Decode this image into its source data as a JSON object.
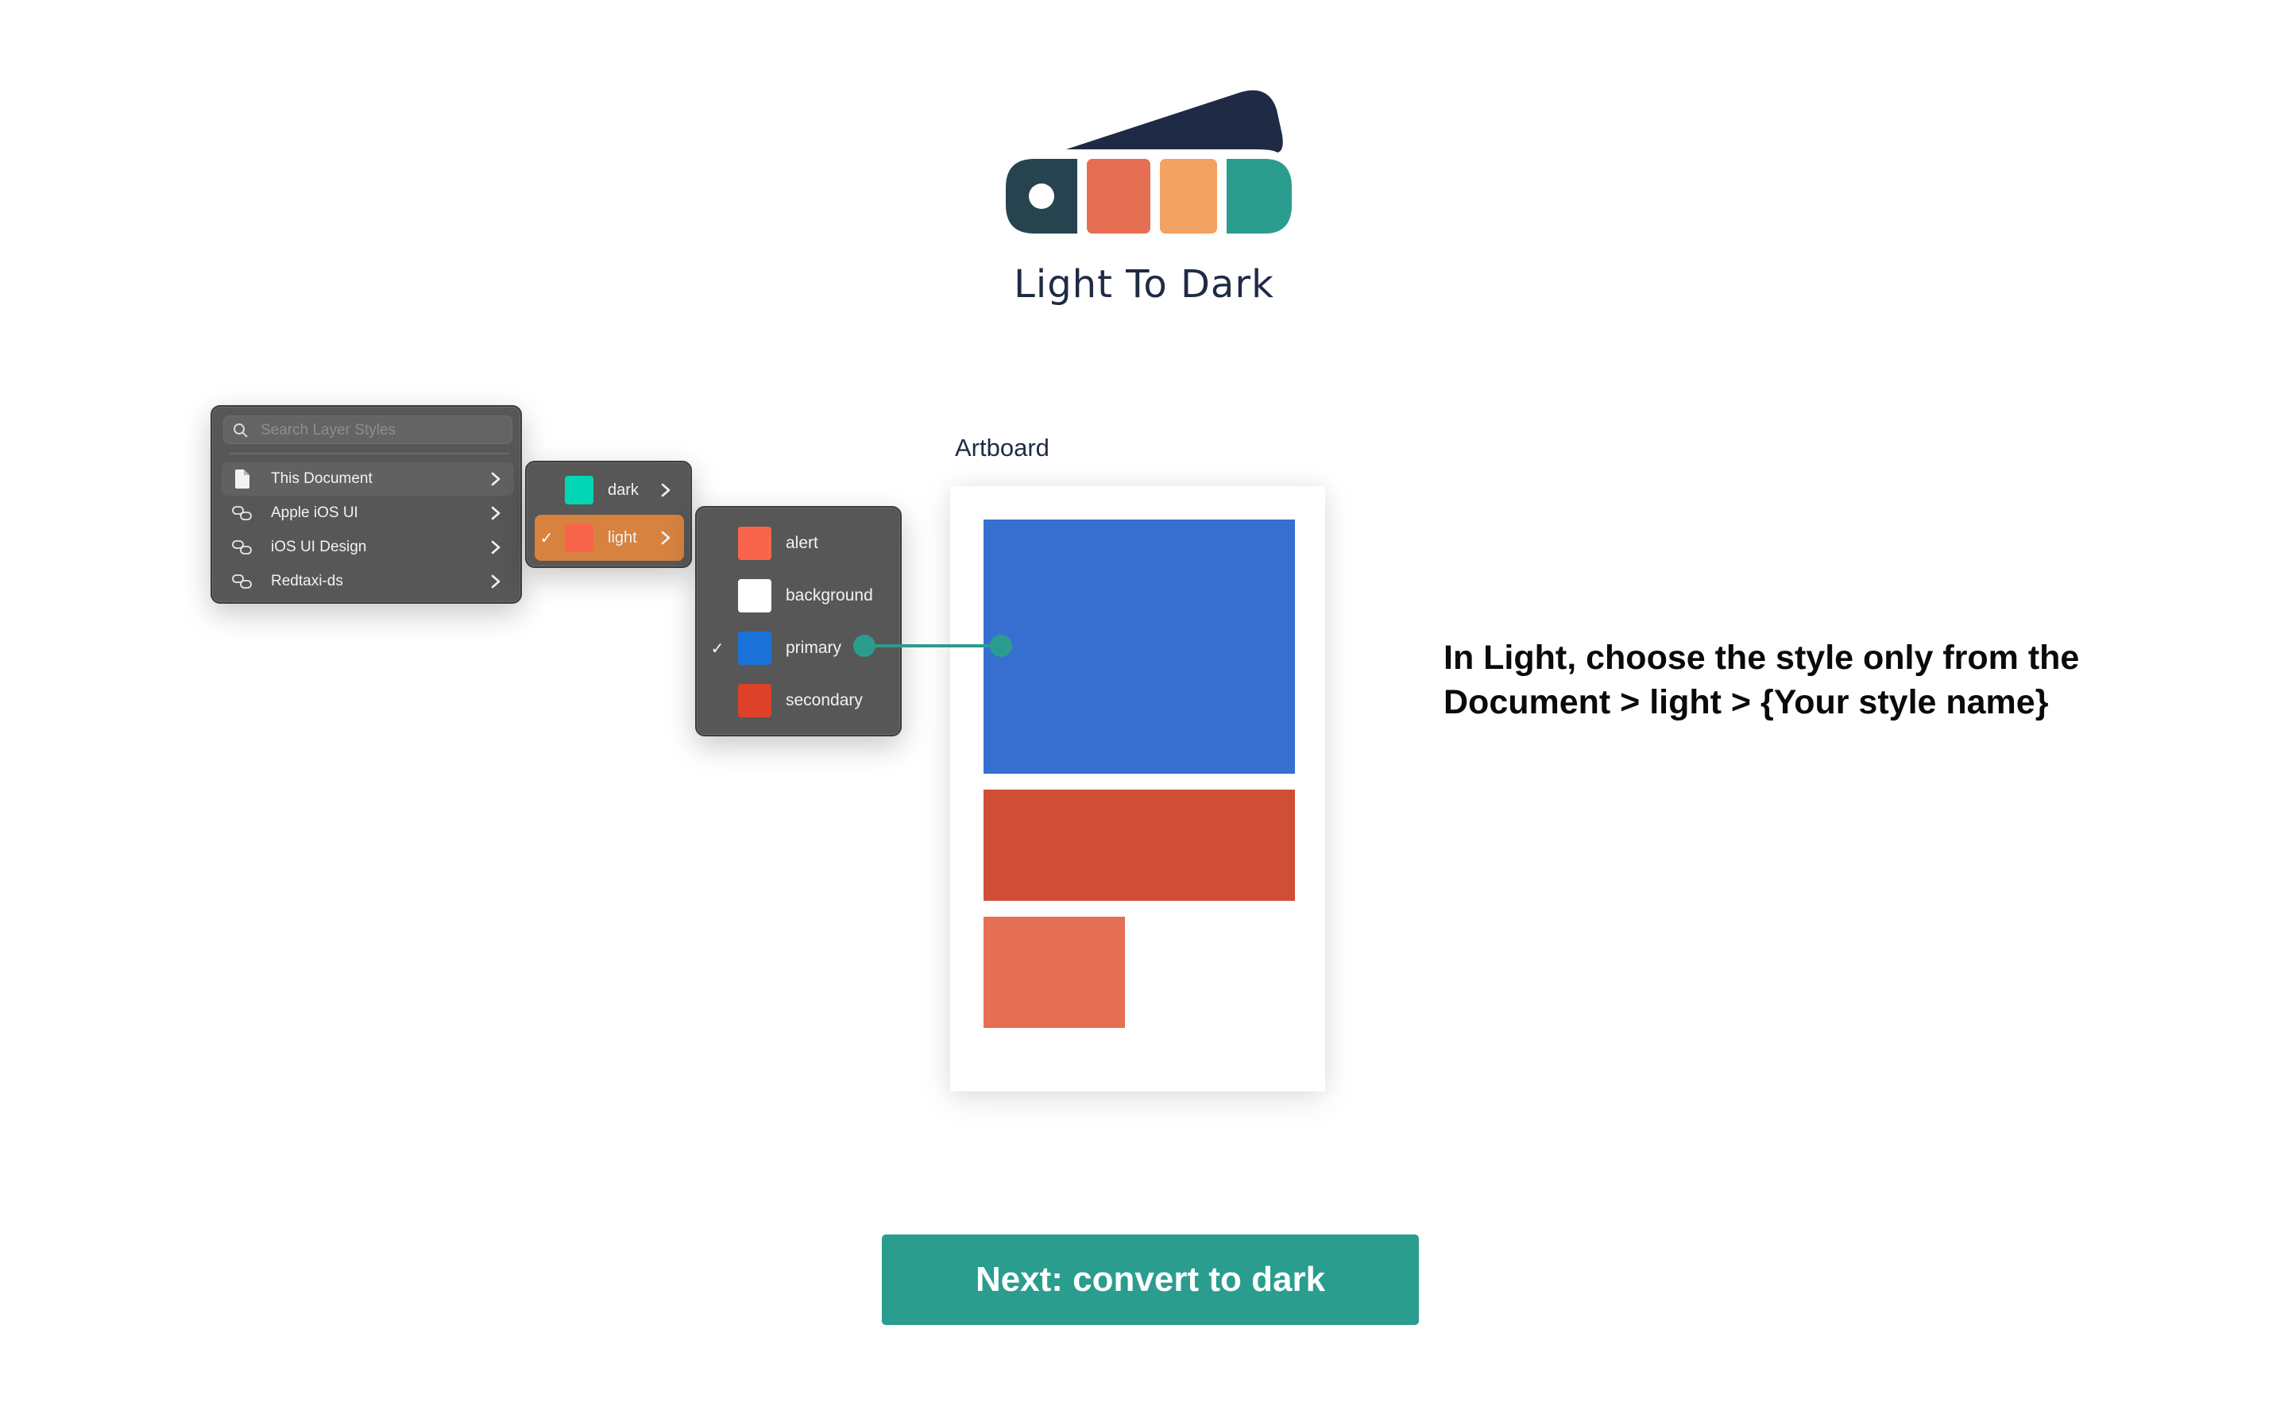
{
  "app": {
    "title": "Light To Dark",
    "logo_colors": [
      "#25444f",
      "#e66f53",
      "#f2a262",
      "#2a9d8f",
      "#1f2b45"
    ]
  },
  "menu_main": {
    "search_placeholder": "Search Layer Styles",
    "search_value": "",
    "items": [
      {
        "label": "This Document",
        "icon": "document-icon",
        "hover": true
      },
      {
        "label": "Apple iOS UI",
        "icon": "library-link-icon"
      },
      {
        "label": "iOS UI Design",
        "icon": "library-link-icon"
      },
      {
        "label": "Redtaxi-ds",
        "icon": "library-link-icon"
      }
    ]
  },
  "menu_sub": {
    "items": [
      {
        "label": "dark",
        "swatch": "#00d6b4",
        "checked": false
      },
      {
        "label": "light",
        "swatch": "#f8654a",
        "checked": true,
        "highlight": "#d7823f"
      }
    ]
  },
  "menu_styles": {
    "items": [
      {
        "label": "alert",
        "swatch": "#f8654a",
        "checked": false
      },
      {
        "label": "background",
        "swatch": "#ffffff",
        "checked": false
      },
      {
        "label": "primary",
        "swatch": "#1b72d8",
        "checked": true
      },
      {
        "label": "secondary",
        "swatch": "#de412a",
        "checked": false
      }
    ],
    "check_glyph": "✓"
  },
  "artboard": {
    "label": "Artboard",
    "layers": [
      {
        "name": "primary",
        "color": "#366fd0"
      },
      {
        "name": "secondary",
        "color": "#d04e36"
      },
      {
        "name": "alert",
        "color": "#e66f53"
      }
    ]
  },
  "instruction": {
    "line1": "In Light, choose the style only from the",
    "line2": "Document > light > {Your style name}"
  },
  "next_button": {
    "label": "Next: convert to dark",
    "color": "#2a9d8f"
  }
}
